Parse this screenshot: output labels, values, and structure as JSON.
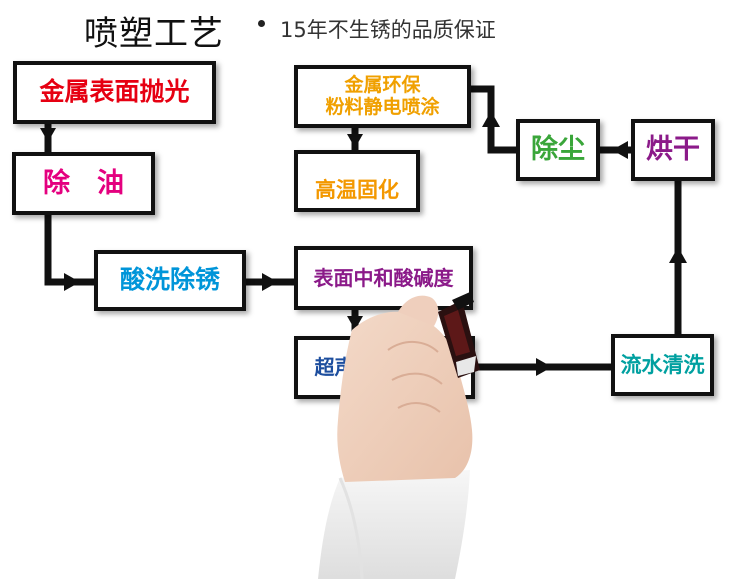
{
  "header": {
    "title": "喷塑工艺",
    "subtitle": "15年不生锈的品质保证"
  },
  "steps": {
    "polish": {
      "label": "金属表面抛光",
      "color": "#e60012"
    },
    "degrease": {
      "label": "除　油",
      "color": "#e4007f"
    },
    "pickling": {
      "label": "酸洗除锈",
      "color": "#0095d9"
    },
    "neutralize": {
      "label": "表面中和酸碱度",
      "color": "#8b1a89"
    },
    "phosphate": {
      "label": "超声波磷化处理",
      "color": "#1d4e9e"
    },
    "rinse": {
      "label": "流水清洗",
      "color": "#00a0a0"
    },
    "dry": {
      "label": "烘干",
      "color": "#8b1a89"
    },
    "dust": {
      "label": "除尘",
      "color": "#3aa63a"
    },
    "spray": {
      "label": "金属环保\n粉料静电喷涂",
      "color": "#f0a000"
    },
    "cure": {
      "label": "高温固化",
      "color": "#f39800"
    }
  },
  "icons": {
    "hand": "hand-with-marker-icon"
  }
}
